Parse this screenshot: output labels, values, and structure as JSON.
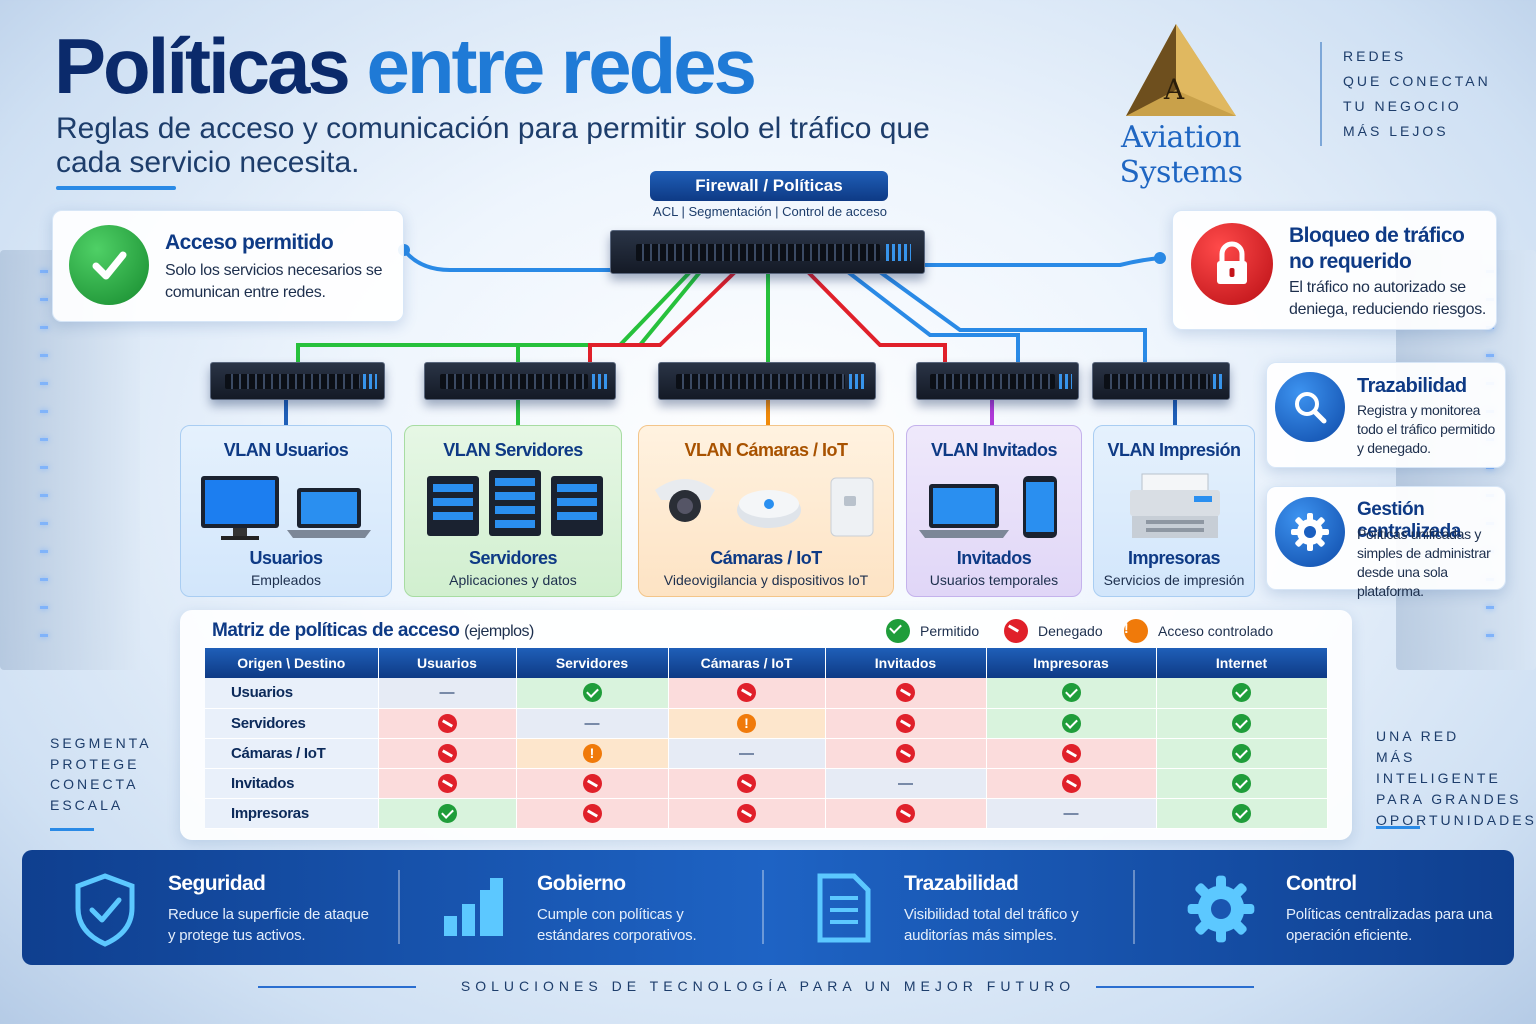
{
  "header": {
    "title_part1": "Políticas",
    "title_part2": "entre redes",
    "subtitle": "Reglas de acceso y comunicación para permitir solo el tráfico que cada servicio necesita."
  },
  "logo": {
    "letter": "A",
    "name": "Aviation Systems"
  },
  "tagline": [
    "REDES",
    "QUE CONECTAN",
    "TU NEGOCIO",
    "MÁS LEJOS"
  ],
  "firewall": {
    "title": "Firewall / Políticas",
    "subtitle": "ACL | Segmentación | Control de acceso"
  },
  "cards": {
    "allowed": {
      "title": "Acceso permitido",
      "text": "Solo los servicios necesarios se comunican entre redes."
    },
    "blocked": {
      "title": "Bloqueo de tráfico no requerido",
      "text": "El tráfico no autorizado se deniega, reduciendo riesgos."
    },
    "traceability": {
      "title": "Trazabilidad",
      "text": "Registra y monitorea todo el tráfico permitido y denegado."
    },
    "management": {
      "title": "Gestión centralizada",
      "text": "Políticas unificadas y simples de administrar desde una sola plataforma."
    }
  },
  "vlans": [
    {
      "title": "VLAN Usuarios",
      "name": "Usuarios",
      "desc": "Empleados",
      "color": "#0e3a85"
    },
    {
      "title": "VLAN Servidores",
      "name": "Servidores",
      "desc": "Aplicaciones y datos",
      "color": "#0e3a85"
    },
    {
      "title": "VLAN Cámaras / IoT",
      "name": "Cámaras / IoT",
      "desc": "Videovigilancia y dispositivos IoT",
      "color": "#a85200"
    },
    {
      "title": "VLAN Invitados",
      "name": "Invitados",
      "desc": "Usuarios temporales",
      "color": "#0e3a85"
    },
    {
      "title": "VLAN Impresión",
      "name": "Impresoras",
      "desc": "Servicios de impresión",
      "color": "#0e3a85"
    }
  ],
  "matrix": {
    "title": "Matriz de políticas de acceso",
    "title_note": "(ejemplos)",
    "legend": {
      "allowed": "Permitido",
      "denied": "Denegado",
      "controlled": "Acceso controlado"
    },
    "columns": [
      "Origen \\ Destino",
      "Usuarios",
      "Servidores",
      "Cámaras / IoT",
      "Invitados",
      "Impresoras",
      "Internet"
    ],
    "rows": [
      {
        "label": "Usuarios",
        "cells": [
          "none",
          "allowed",
          "denied",
          "denied",
          "allowed",
          "allowed"
        ]
      },
      {
        "label": "Servidores",
        "cells": [
          "denied",
          "none",
          "controlled",
          "denied",
          "allowed",
          "allowed"
        ]
      },
      {
        "label": "Cámaras / IoT",
        "cells": [
          "denied",
          "controlled",
          "none",
          "denied",
          "denied",
          "allowed"
        ]
      },
      {
        "label": "Invitados",
        "cells": [
          "denied",
          "denied",
          "denied",
          "none",
          "denied",
          "allowed"
        ]
      },
      {
        "label": "Impresoras",
        "cells": [
          "allowed",
          "denied",
          "denied",
          "denied",
          "none",
          "allowed"
        ]
      }
    ],
    "none_symbol": "—"
  },
  "left_tagline": [
    "SEGMENTA",
    "PROTEGE",
    "CONECTA",
    "ESCALA"
  ],
  "right_tagline": [
    "UNA RED",
    "MÁS INTELIGENTE",
    "PARA GRANDES",
    "OPORTUNIDADES"
  ],
  "features": [
    {
      "title": "Seguridad",
      "text": "Reduce la superficie de ataque y protege tus activos.",
      "icon": "shield-check-icon"
    },
    {
      "title": "Gobierno",
      "text": "Cumple con políticas y estándares corporativos.",
      "icon": "bar-chart-icon"
    },
    {
      "title": "Trazabilidad",
      "text": "Visibilidad total del tráfico y auditorías más simples.",
      "icon": "document-icon"
    },
    {
      "title": "Control",
      "text": "Políticas centralizadas para una operación eficiente.",
      "icon": "gear-icon"
    }
  ],
  "footer": "SOLUCIONES DE TECNOLOGÍA PARA UN MEJOR FUTURO",
  "colors": {
    "allowed": "#1f9d3a",
    "denied": "#e0202a",
    "controlled": "#f07a0a",
    "primary": "#0e3a85",
    "accent": "#1f7ad6"
  }
}
